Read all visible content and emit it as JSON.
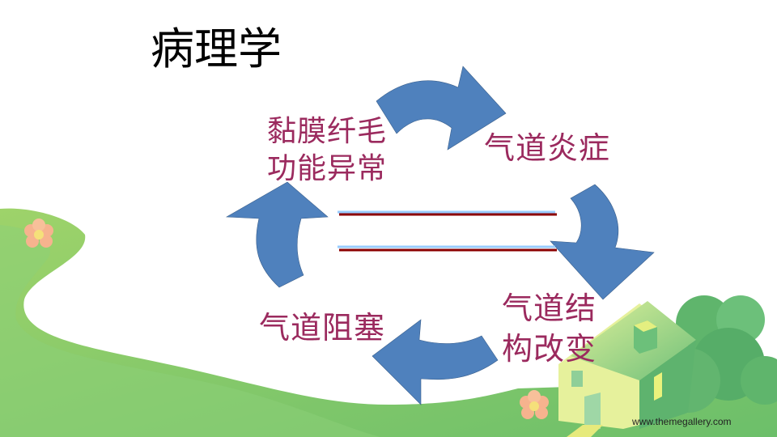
{
  "title": "病理学",
  "cycle": {
    "node_top_left": [
      "黏膜纤毛",
      "功能异常"
    ],
    "node_top_right": "气道炎症",
    "node_bottom_right": [
      "气道结",
      "构改变"
    ],
    "node_bottom_left": "气道阻塞"
  },
  "footer": {
    "url": "www.themegallery.com"
  },
  "colors": {
    "arrow": "#4f81bd",
    "text": "#9b2a5e",
    "line_light": "#99ccff",
    "line_dark": "#8b0000"
  }
}
